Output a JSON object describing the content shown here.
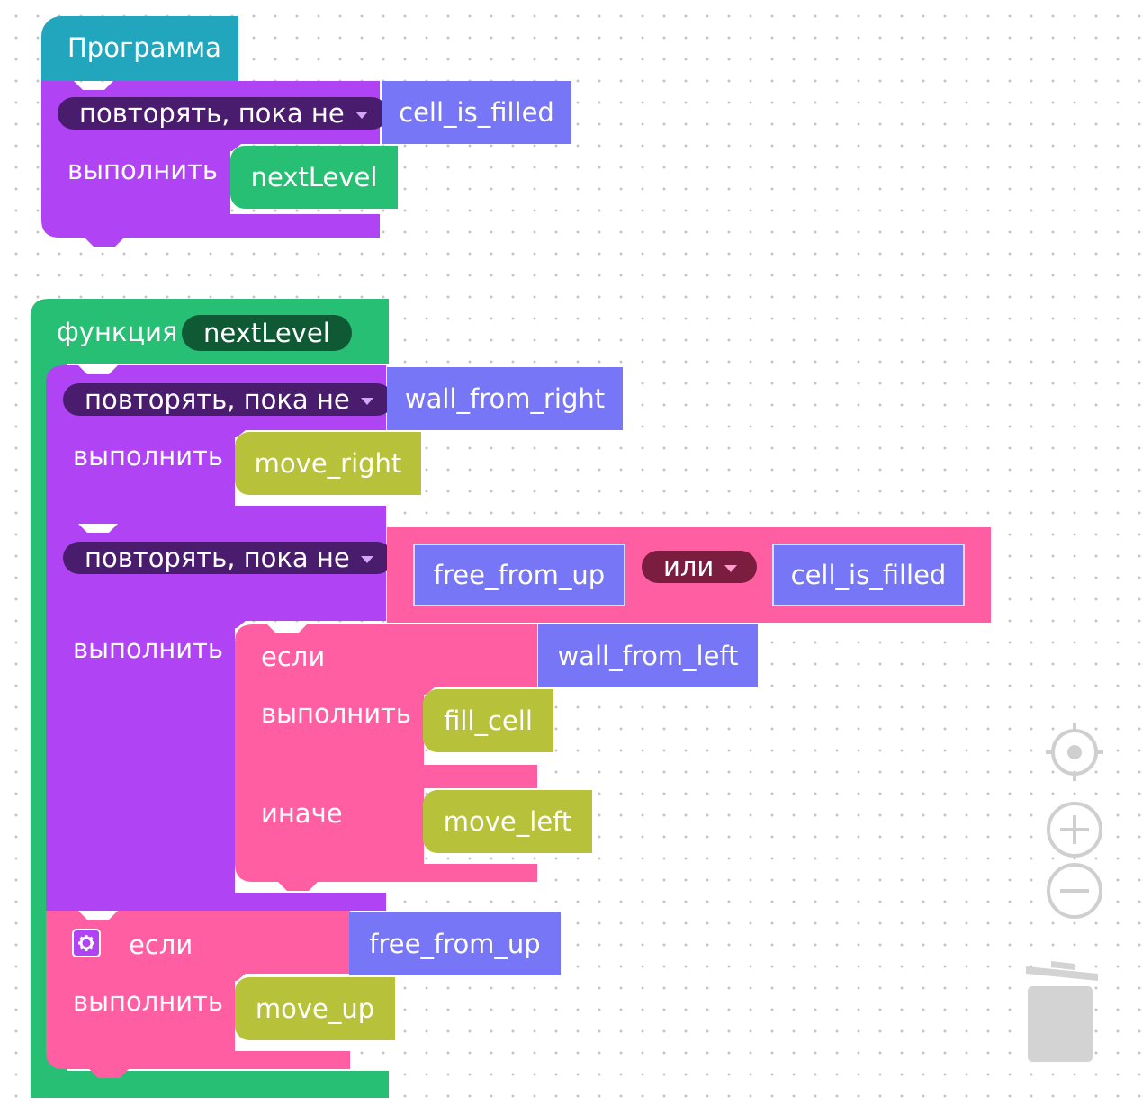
{
  "colors": {
    "program": "#22a6be",
    "loop": "#b043f3",
    "loop_dark": "#4a1c6e",
    "logic": "#ff5ea3",
    "logic_dark": "#7a1d3f",
    "sensor": "#7776f6",
    "function": "#27bf73",
    "function_dark": "#0f5a35",
    "nav": "#27bf73",
    "move": "#b7c13a",
    "trash": "#d3d3d3"
  },
  "program_block": {
    "title": "Программа",
    "loop": {
      "mode": "повторять, пока не",
      "condition": "cell_is_filled",
      "do_label": "выполнить",
      "body": [
        "nextLevel"
      ]
    }
  },
  "function_block": {
    "keyword": "функция",
    "name": "nextLevel",
    "loop1": {
      "mode": "повторять, пока не",
      "condition": "wall_from_right",
      "do_label": "выполнить",
      "body": "move_right"
    },
    "loop2": {
      "mode": "повторять, пока не",
      "cond_left": "free_from_up",
      "operator": "или",
      "cond_right": "cell_is_filled",
      "do_label": "выполнить",
      "if_block": {
        "if_label": "если",
        "condition": "wall_from_left",
        "do_label": "выполнить",
        "then": "fill_cell",
        "else_label": "иначе",
        "else": "move_left"
      }
    },
    "if2": {
      "if_label": "если",
      "condition": "free_from_up",
      "do_label": "выполнить",
      "body": "move_up"
    }
  },
  "controls": {
    "center_icon": "crosshair-icon",
    "zoom_in_icon": "plus-icon",
    "zoom_out_icon": "minus-icon",
    "trash_icon": "trash-icon",
    "gear_icon": "gear-icon"
  }
}
